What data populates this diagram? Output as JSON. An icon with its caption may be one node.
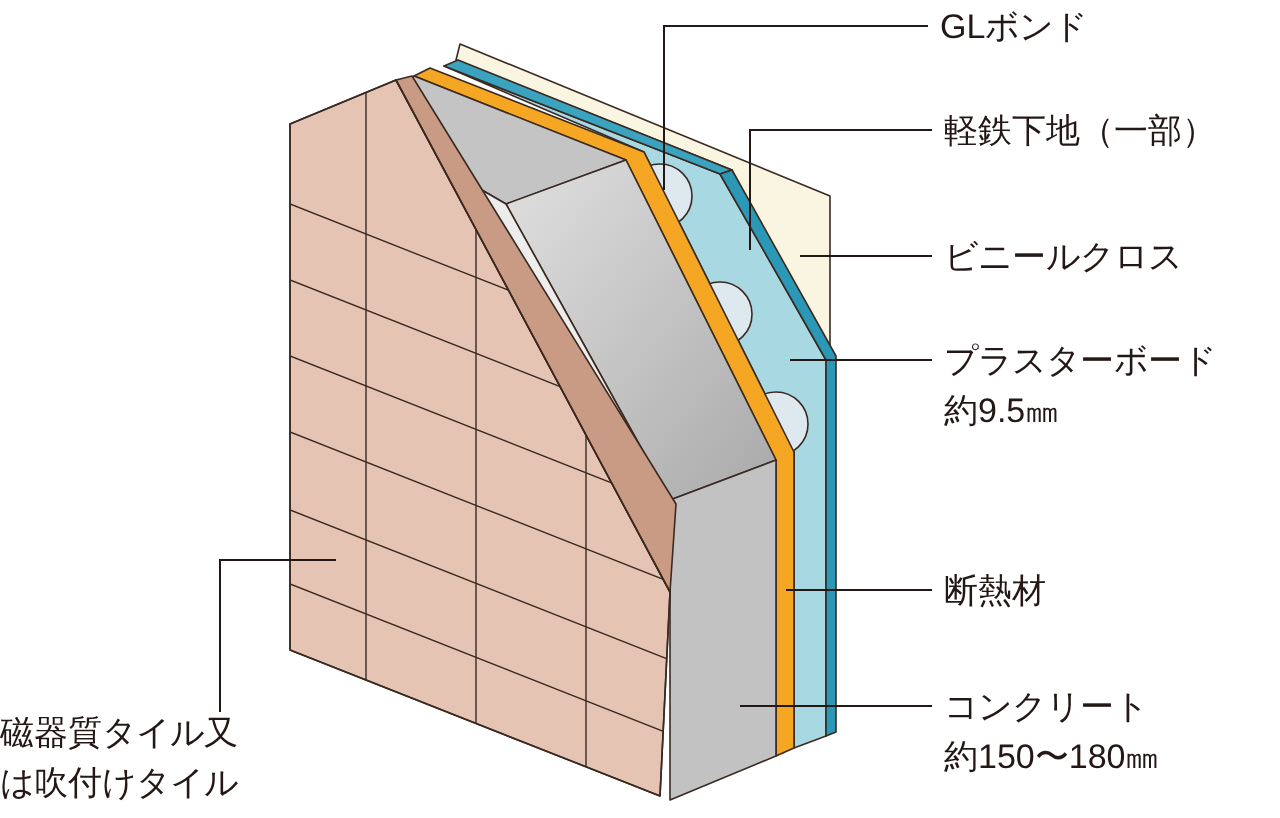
{
  "diagram": {
    "nodes": [
      {
        "text": [
          "GLボンド"
        ]
      },
      {
        "text": [
          "軽鉄下地（一部）"
        ]
      },
      {
        "text": [
          "ビニールクロス"
        ]
      },
      {
        "text": [
          "プラスターボード",
          "約9.5㎜"
        ]
      },
      {
        "text": [
          "断熱材"
        ]
      },
      {
        "text": [
          "コンクリート",
          "約150〜180㎜"
        ]
      },
      {
        "text": [
          "磁器質タイル又は吹付けタイル"
        ]
      }
    ],
    "edges": [
      {
        "from": 0,
        "to": null,
        "arrow": "none"
      },
      {
        "from": 1,
        "to": null,
        "arrow": "none"
      },
      {
        "from": 2,
        "to": null,
        "arrow": "none"
      },
      {
        "from": 3,
        "to": null,
        "arrow": "none"
      },
      {
        "from": 4,
        "to": null,
        "arrow": "none"
      },
      {
        "from": 5,
        "to": null,
        "arrow": "none"
      },
      {
        "from": 6,
        "to": null,
        "arrow": "none"
      }
    ]
  }
}
